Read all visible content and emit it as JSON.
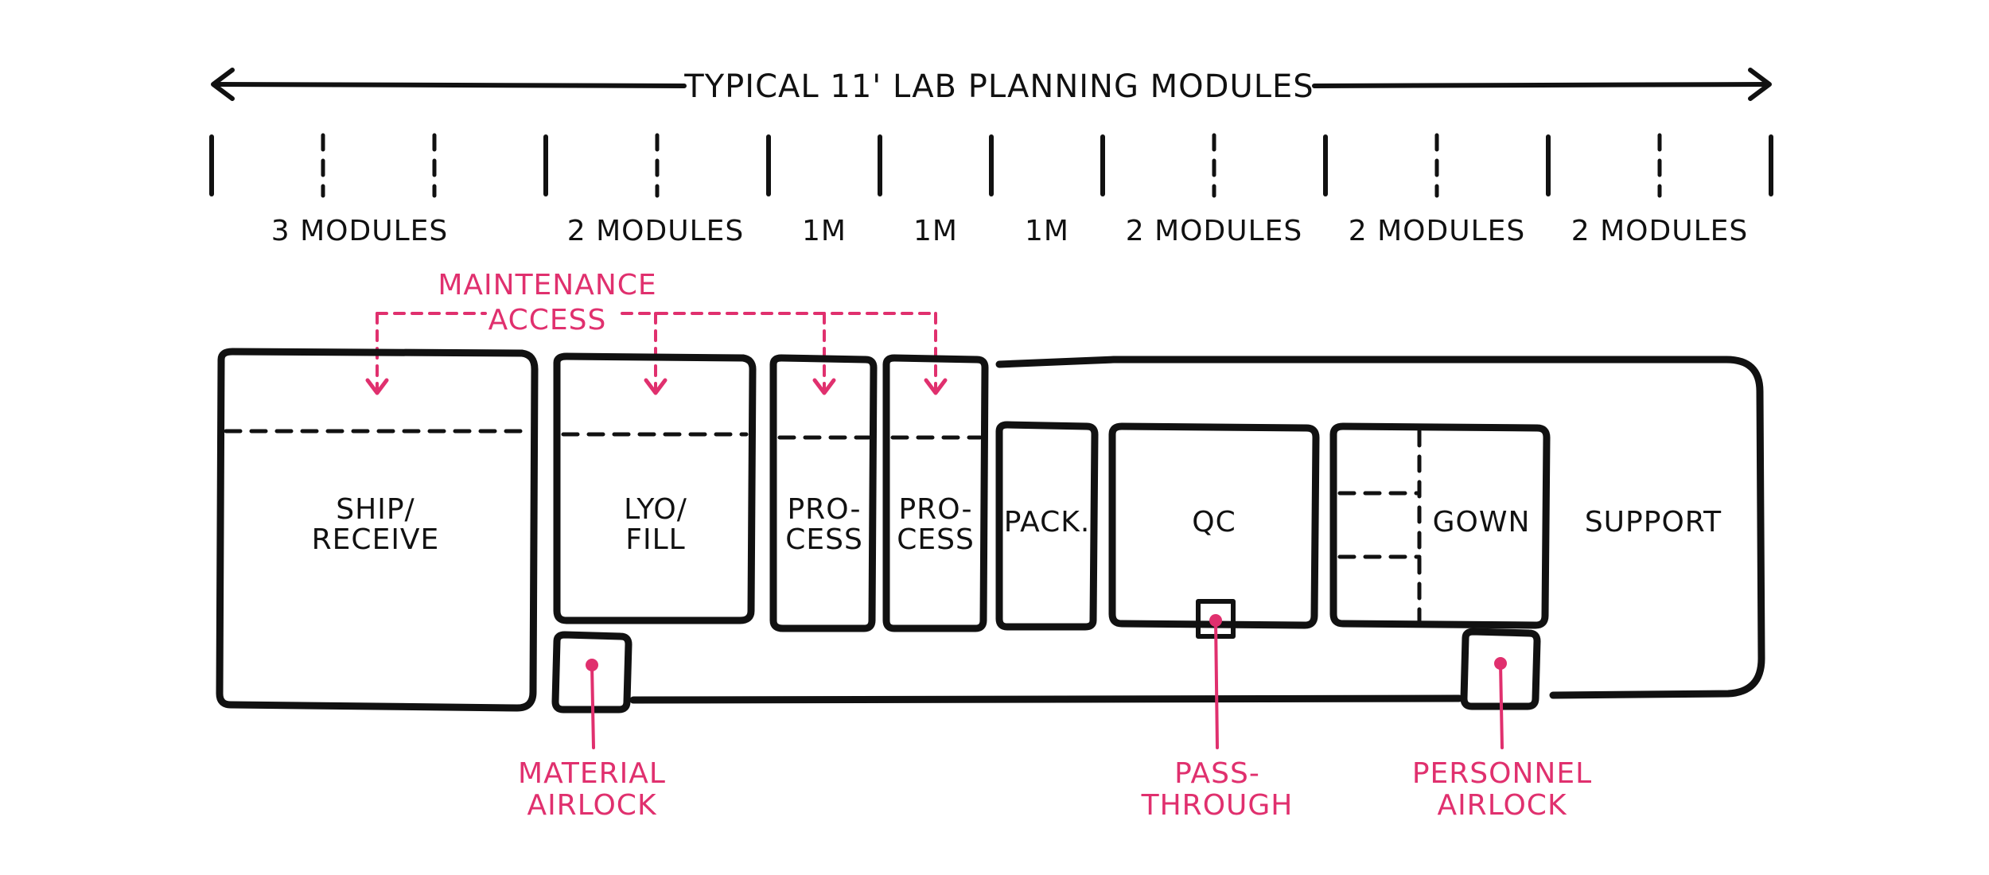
{
  "title": "TYPICAL 11' LAB PLANNING MODULES",
  "modules": {
    "m1": "3 MODULES",
    "m2": "2 MODULES",
    "m3": "1M",
    "m4": "1M",
    "m5": "1M",
    "m6": "2 MODULES",
    "m7": "2 MODULES",
    "m8": "2 MODULES"
  },
  "rooms": {
    "ship_1": "SHIP/",
    "ship_2": "RECEIVE",
    "lyo_1": "LYO/",
    "lyo_2": "FILL",
    "process_a_1": "PRO-",
    "process_a_2": "CESS",
    "process_b_1": "PRO-",
    "process_b_2": "CESS",
    "pack": "PACK.",
    "qc": "QC",
    "gown": "GOWN",
    "support": "SUPPORT"
  },
  "annotations": {
    "maintenance_1": "MAINTENANCE",
    "maintenance_2": "ACCESS",
    "material_1": "MATERIAL",
    "material_2": "AIRLOCK",
    "pass_1": "PASS-",
    "pass_2": "THROUGH",
    "personnel_1": "PERSONNEL",
    "personnel_2": "AIRLOCK"
  },
  "colors": {
    "ink": "#111111",
    "accent": "#e0306e",
    "background": "#ffffff"
  }
}
